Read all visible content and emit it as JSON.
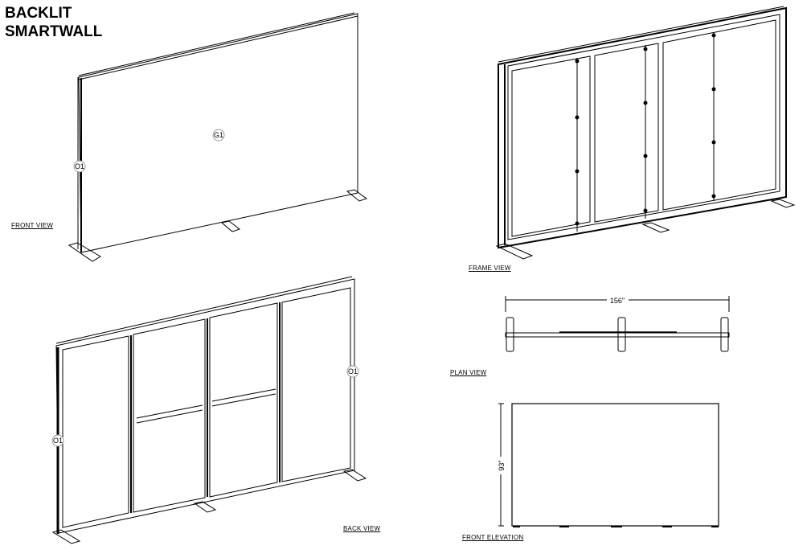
{
  "title": {
    "line1": "BACKLIT",
    "line2": "SMARTWALL"
  },
  "views": {
    "front": "FRONT VIEW",
    "frame": "FRAME VIEW",
    "back": "BACK VIEW",
    "plan": "PLAN VIEW",
    "elevation": "FRONT ELEVATION"
  },
  "tags": {
    "graphic": "G1",
    "outline_front": "O1",
    "outline_back_left": "O1",
    "outline_back_right": "O1"
  },
  "dimensions": {
    "width": "156\"",
    "height": "93\""
  }
}
